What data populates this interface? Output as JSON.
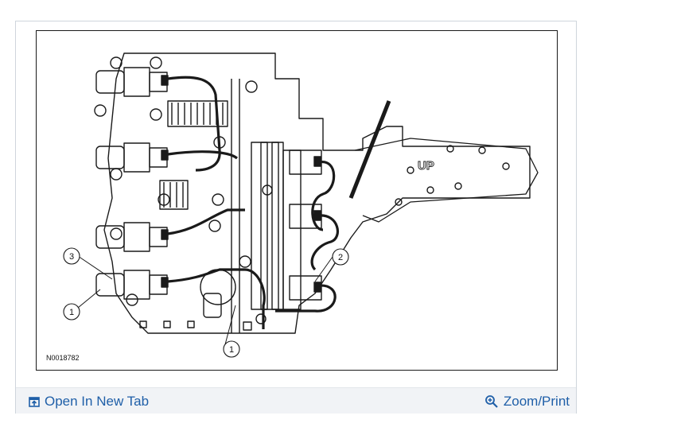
{
  "figure": {
    "id_label": "N0018782",
    "callouts": [
      "1",
      "1",
      "2",
      "3"
    ],
    "stamp_text": "UP"
  },
  "footer": {
    "open_tab_label": "Open In New Tab",
    "zoom_label": "Zoom/Print",
    "open_tab_icon": "open-new-tab-icon",
    "zoom_icon": "magnifier-plus-icon",
    "link_color": "#1f5fa8"
  }
}
